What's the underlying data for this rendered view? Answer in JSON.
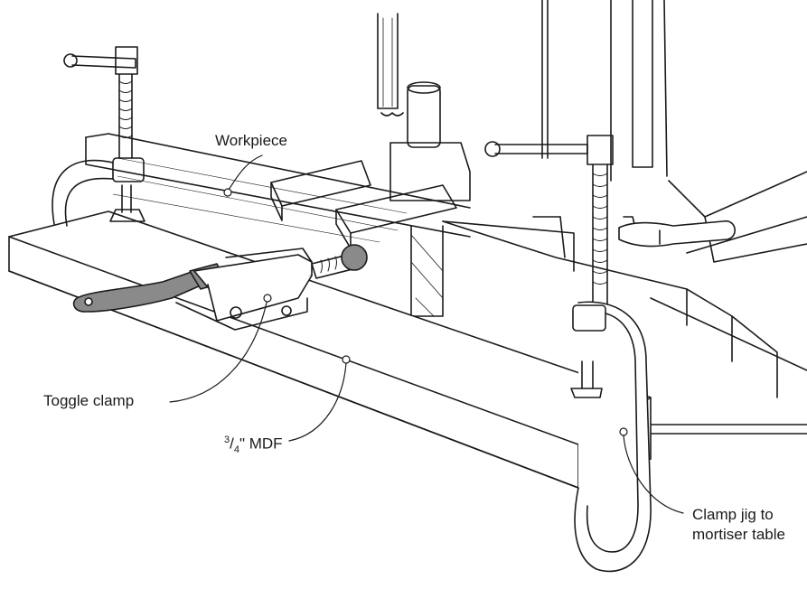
{
  "labels": {
    "workpiece": "Workpiece",
    "toggle_clamp": "Toggle clamp",
    "mdf_num": "3",
    "mdf_den": "4",
    "mdf_rest": "\" MDF",
    "clamp_jig_line1": "Clamp jig to",
    "clamp_jig_line2": "mortiser table"
  },
  "colors": {
    "ink": "#1a1a1a",
    "toggle_fill": "#8a8a8a",
    "paper": "#ffffff"
  }
}
